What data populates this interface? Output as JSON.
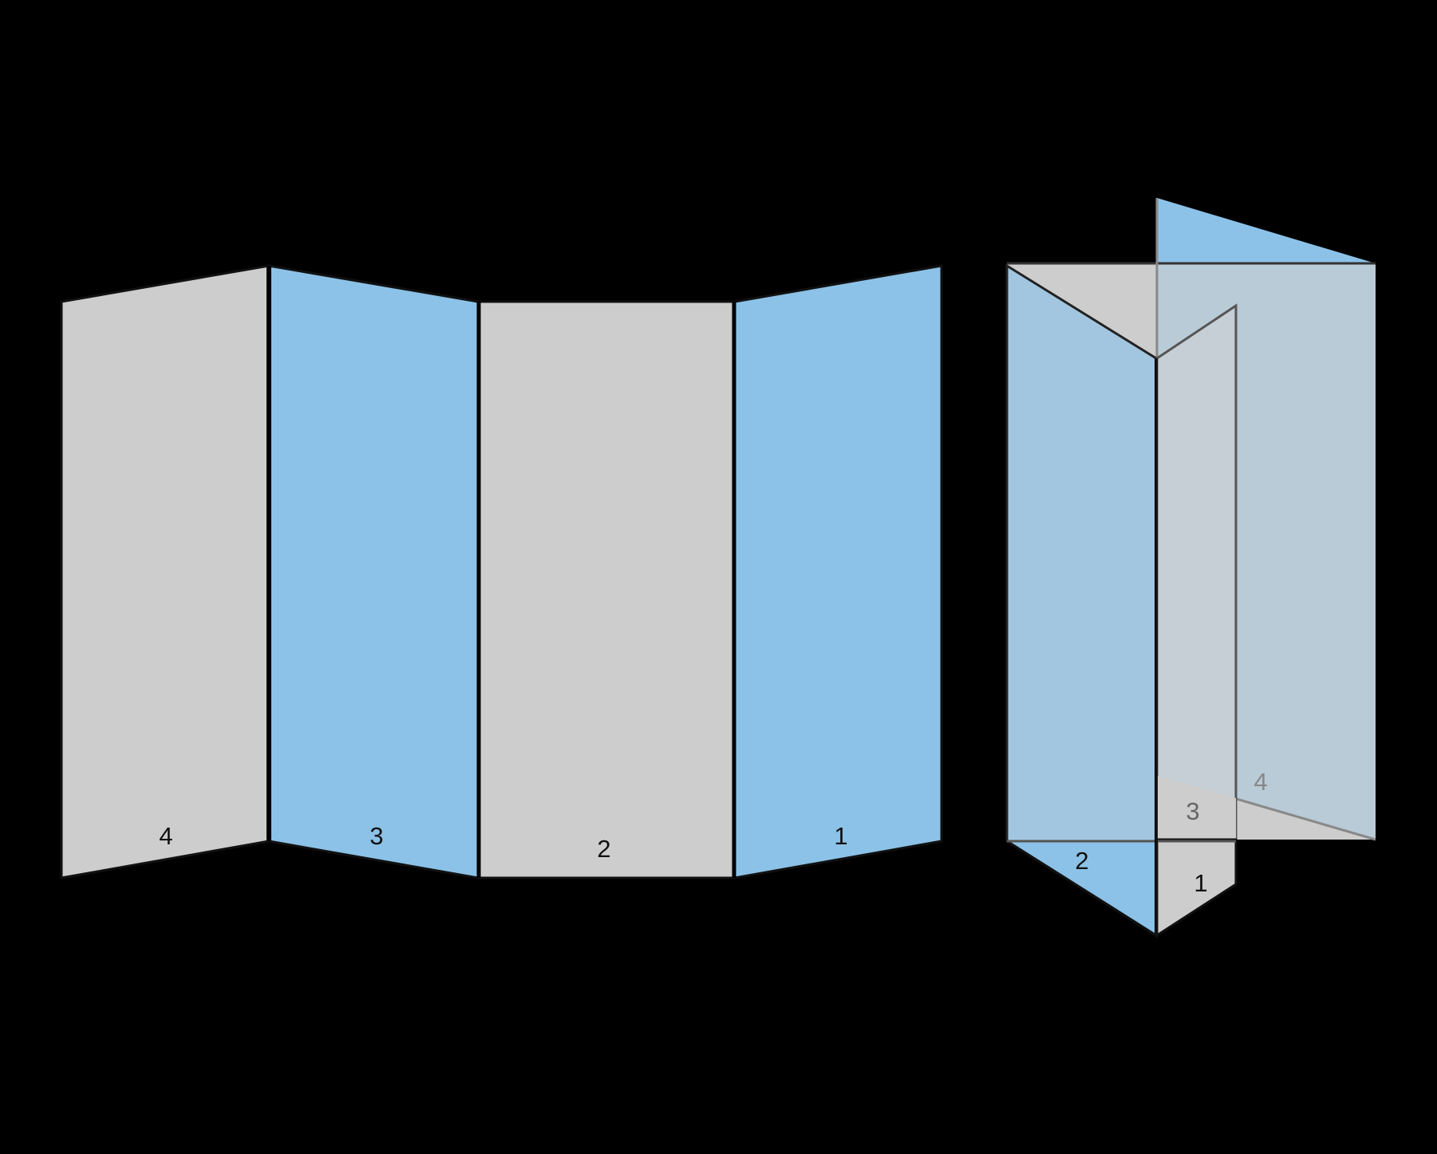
{
  "figure": {
    "description": "Four-panel accordion (zig-zag) fold brochure: flat unfolded view and folded 3D view",
    "colors": {
      "background": "#000000",
      "panel_gray": "#cdcdcd",
      "panel_blue": "#8cc2e8",
      "outline": "#111111"
    },
    "unfolded": {
      "panels": [
        {
          "label": "4",
          "color": "gray"
        },
        {
          "label": "3",
          "color": "blue"
        },
        {
          "label": "2",
          "color": "gray"
        },
        {
          "label": "1",
          "color": "blue"
        }
      ]
    },
    "folded": {
      "labels": [
        {
          "label": "2",
          "face": "front-left"
        },
        {
          "label": "1",
          "face": "front-right"
        },
        {
          "label": "3",
          "face": "inner"
        },
        {
          "label": "4",
          "face": "back"
        }
      ]
    }
  }
}
